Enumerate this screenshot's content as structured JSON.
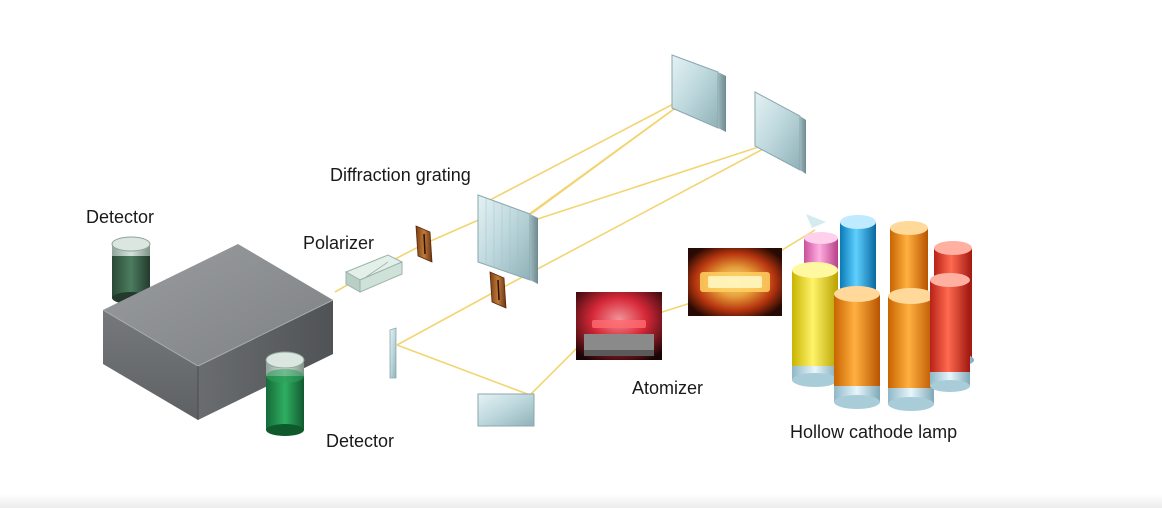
{
  "labels": {
    "diffraction_grating": "Diffraction grating",
    "polarizer": "Polarizer",
    "detector_top": "Detector",
    "detector_bottom": "Detector",
    "atomizer": "Atomizer",
    "hollow_cathode_lamp": "Hollow cathode lamp"
  },
  "colors": {
    "beam": "#f2d36b",
    "housing": "#8a8d90",
    "detector_top": "#2e5a3c",
    "detector_bottom": "#1e8a4a",
    "mirror": "#bfdbe0",
    "filter": "#a4612a",
    "lamp_yellow": "#f3e01a",
    "lamp_orange": "#f28a10",
    "lamp_red": "#e23a2a",
    "lamp_blue": "#1ea4e6",
    "lamp_pink": "#f27ac0"
  }
}
